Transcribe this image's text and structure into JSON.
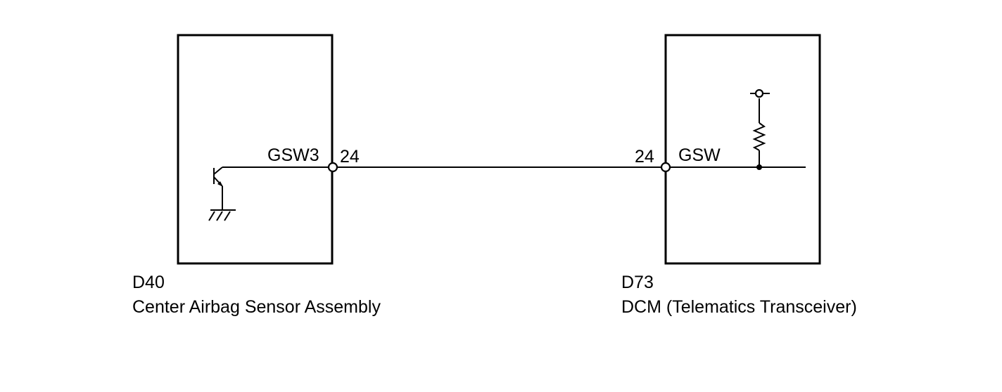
{
  "left_component": {
    "code": "D40",
    "name": "Center Airbag Sensor Assembly",
    "terminal_signal": "GSW3",
    "terminal_pin": "24"
  },
  "right_component": {
    "code": "D73",
    "name": "DCM (Telematics Transceiver)",
    "terminal_signal": "GSW",
    "terminal_pin": "24"
  },
  "colors": {
    "line": "#000000",
    "background": "#ffffff"
  }
}
